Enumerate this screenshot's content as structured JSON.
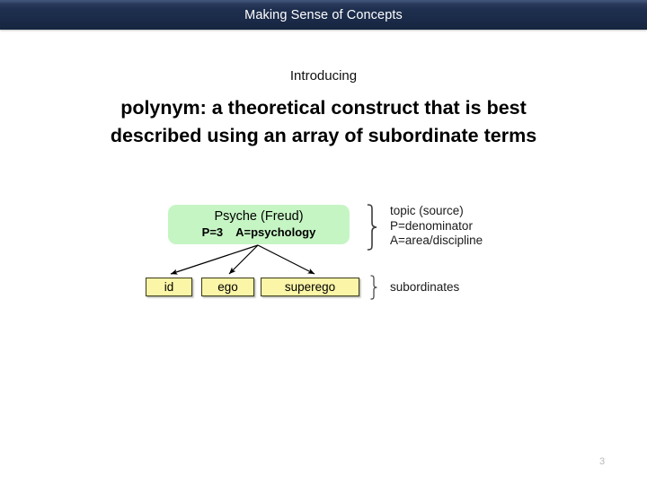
{
  "banner": {
    "title": "Making Sense of Concepts",
    "bg_color_top": "#41557a",
    "bg_color_bottom": "#16253f",
    "text_color": "#ffffff"
  },
  "heading": {
    "eyebrow": "Introducing",
    "line1": "polynym: a theoretical construct that is best",
    "line2": "described using an array of subordinate terms"
  },
  "diagram": {
    "topic_box": {
      "title": "Psyche (Freud)",
      "meta": "P=3    A=psychology",
      "fill_color": "#c6f5c4"
    },
    "subordinate_boxes": [
      {
        "label": "id"
      },
      {
        "label": "ego"
      },
      {
        "label": "superego"
      }
    ],
    "subordinate_fill_color": "#fbf5a8",
    "topic_annotation": [
      "topic (source)",
      "P=denominator",
      "A=area/discipline"
    ],
    "subordinates_annotation": "subordinates"
  },
  "footer": {
    "page_number": "3"
  }
}
